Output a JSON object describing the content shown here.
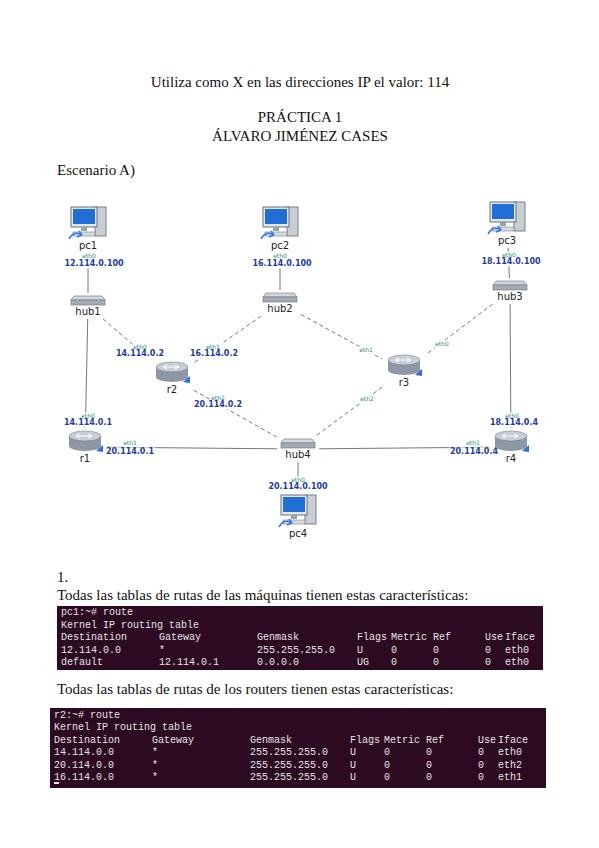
{
  "diagram": {
    "title": "PRÁCTICA 1",
    "nodes": [
      {
        "text": [
          "pc1"
        ]
      },
      {
        "text": [
          "pc2"
        ]
      },
      {
        "text": [
          "pc3"
        ]
      },
      {
        "text": [
          "hub1"
        ]
      },
      {
        "text": [
          "hub2"
        ]
      },
      {
        "text": [
          "hub3"
        ]
      },
      {
        "text": [
          "r2"
        ]
      },
      {
        "text": [
          "r3"
        ]
      },
      {
        "text": [
          "r1"
        ]
      },
      {
        "text": [
          "hub4"
        ]
      },
      {
        "text": [
          "r4"
        ]
      },
      {
        "text": [
          "pc4"
        ]
      }
    ],
    "edges": [
      {
        "from": 0,
        "to": 3,
        "arrow": "none"
      },
      {
        "from": 1,
        "to": 4,
        "arrow": "none"
      },
      {
        "from": 2,
        "to": 5,
        "arrow": "none"
      },
      {
        "from": 3,
        "to": 6,
        "arrow": "none"
      },
      {
        "from": 4,
        "to": 6,
        "arrow": "none"
      },
      {
        "from": 4,
        "to": 7,
        "arrow": "none"
      },
      {
        "from": 5,
        "to": 7,
        "arrow": "none"
      },
      {
        "from": 3,
        "to": 8,
        "arrow": "none"
      },
      {
        "from": 5,
        "to": 10,
        "arrow": "none"
      },
      {
        "from": 6,
        "to": 9,
        "arrow": "none"
      },
      {
        "from": 7,
        "to": 9,
        "arrow": "none"
      },
      {
        "from": 8,
        "to": 9,
        "arrow": "none"
      },
      {
        "from": 10,
        "to": 9,
        "arrow": "none"
      },
      {
        "from": 9,
        "to": 11,
        "arrow": "none"
      }
    ],
    "labels": [
      "Utiliza como X en las direcciones IP el valor: 114",
      "ÁLVARO JIMÉNEZ CASES",
      "Escenario A)",
      "eth0",
      "12.114.0.100",
      "eth0",
      "16.114.0.100",
      "eth0",
      "18.114.0.100",
      "eth0",
      "14.114.0.2",
      "eth1",
      "16.114.0.2",
      "eth2",
      "20.114.0.2",
      "eth1",
      "eth0",
      "eth2",
      "eth0",
      "14.114.0.1",
      "eth1",
      "20.114.0.1",
      "eth0",
      "18.114.0.4",
      "eth1",
      "20.114.0.4",
      "eth0",
      "20.114.0.100",
      "1.",
      "Todas las tablas de rutas de las máquinas tienen estas características:",
      "pc1:~# route",
      "Kernel IP routing table",
      "Destination",
      "Gateway",
      "Genmask",
      "Flags",
      "Metric",
      "Ref",
      "Use",
      "Iface",
      "12.114.0.0",
      "*",
      "255.255.255.0",
      "U",
      "0",
      "0",
      "0",
      "eth0",
      "default",
      "12.114.0.1",
      "0.0.0.0",
      "UG",
      "0",
      "0",
      "0",
      "eth0",
      "Todas las tablas de rutas de los routers tienen estas características:",
      "r2:~# route",
      "Kernel IP routing table",
      "Destination",
      "Gateway",
      "Genmask",
      "Flags",
      "Metric",
      "Ref",
      "Use",
      "Iface",
      "14.114.0.0",
      "*",
      "255.255.255.0",
      "U",
      "0",
      "0",
      "0",
      "eth0",
      "20.114.0.0",
      "*",
      "255.255.255.0",
      "U",
      "0",
      "0",
      "0",
      "eth2",
      "16.114.0.0",
      "*",
      "255.255.255.0",
      "U",
      "0",
      "0",
      "0",
      "eth1"
    ]
  }
}
